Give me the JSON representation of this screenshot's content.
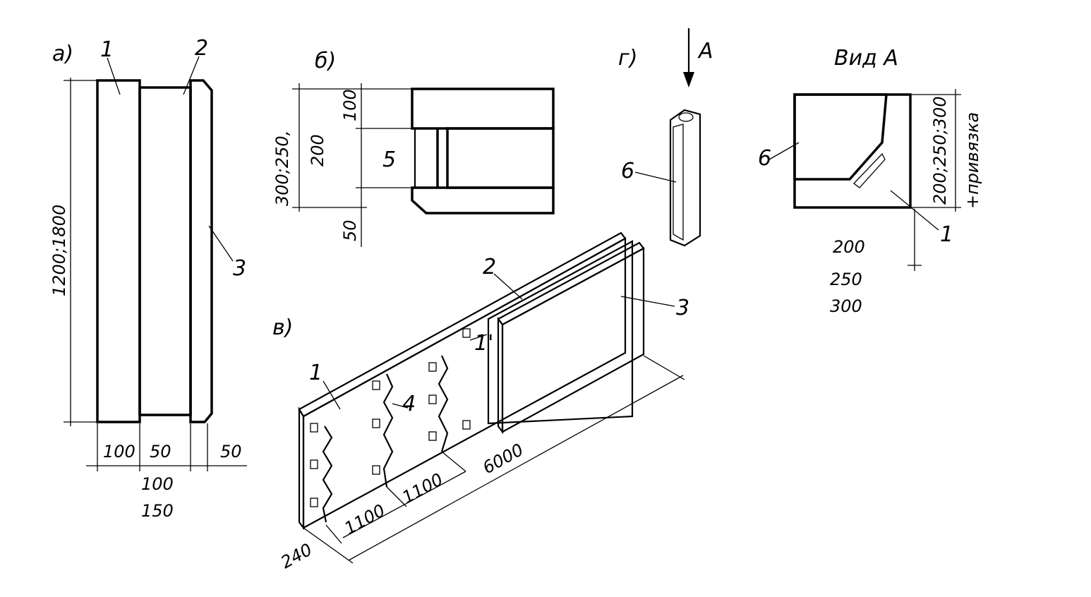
{
  "views": {
    "a": {
      "tag": "а)",
      "labels": {
        "p1": "1",
        "p2": "2",
        "p3": "3"
      },
      "dims": {
        "height": "1200;1800",
        "w1": "100",
        "w2": "50",
        "w3": "50",
        "total1": "100",
        "total2": "150"
      }
    },
    "b": {
      "tag": "б)",
      "labels": {
        "p5": "5"
      },
      "dims": {
        "outer": "300;250,",
        "outer2": "200",
        "top": "100",
        "bottom": "50"
      }
    },
    "v": {
      "tag": "в)",
      "labels": {
        "p1": "1",
        "p1b": "1'",
        "p2": "2",
        "p3": "3",
        "p4": "4"
      },
      "dims": {
        "length": "6000",
        "s1": "1100",
        "s2": "1100",
        "edge": "240"
      }
    },
    "g": {
      "tag": "г)",
      "arrow_label": "А",
      "labels": {
        "p6": "6"
      }
    },
    "vidA": {
      "title": "Вид А",
      "labels": {
        "p6": "6",
        "p1": "1"
      },
      "dims": {
        "height": "200;250;300",
        "binding": "+привязка",
        "w1": "200",
        "w2": "250",
        "w3": "300"
      }
    }
  }
}
